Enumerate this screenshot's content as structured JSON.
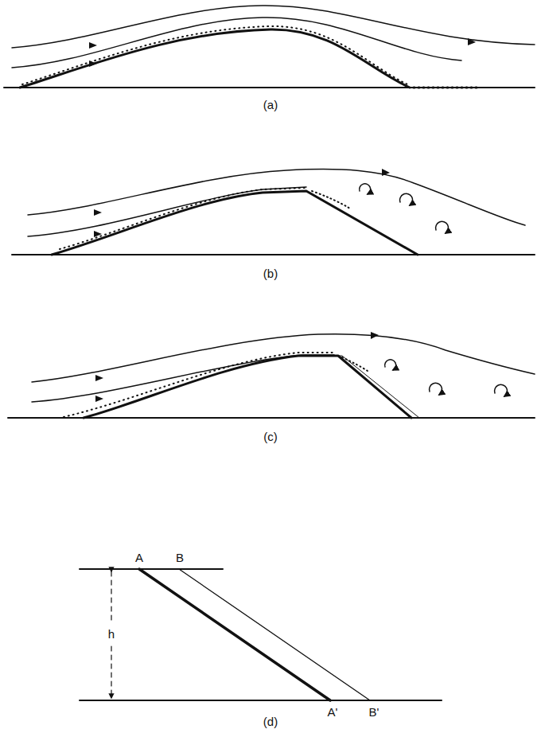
{
  "diagram": {
    "labels": [
      "(a)",
      "(b)",
      "(c)",
      "(d)",
      "A",
      "B",
      "h",
      "A'",
      "B'"
    ]
  }
}
